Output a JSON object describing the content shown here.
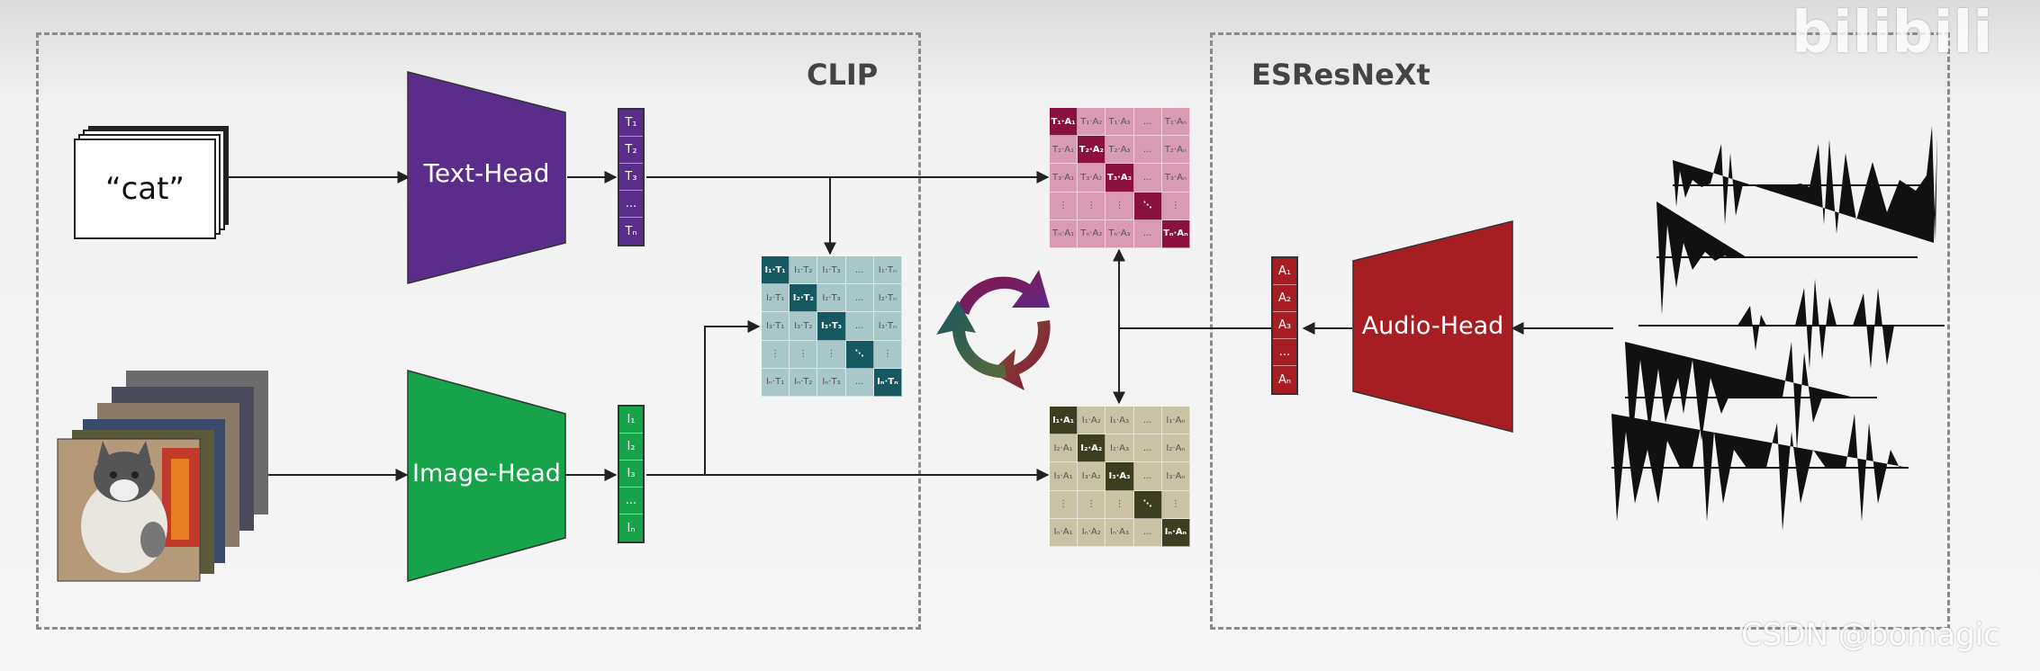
{
  "clip": {
    "title": "CLIP"
  },
  "esresnext": {
    "title": "ESResNeXt"
  },
  "text_input": {
    "label": "“cat”"
  },
  "heads": {
    "text": "Text-Head",
    "image": "Image-Head",
    "audio": "Audio-Head"
  },
  "colors": {
    "text_head": "#5b2d8a",
    "image_head": "#16a34a",
    "audio_head": "#a61e22",
    "ti_matrix_diag": "#16585f",
    "ti_matrix_cell": "#a7c7c8",
    "ta_matrix_diag": "#8a1040",
    "ta_matrix_cell": "#d99bb3",
    "ia_matrix_diag": "#3d3d1f",
    "ia_matrix_cell": "#c9c2a4"
  },
  "text_vector": [
    "T₁",
    "T₂",
    "T₃",
    "...",
    "Tₙ"
  ],
  "image_vector": [
    "I₁",
    "I₂",
    "I₃",
    "...",
    "Iₙ"
  ],
  "audio_vector": [
    "A₁",
    "A₂",
    "A₃",
    "...",
    "Aₙ"
  ],
  "ti_matrix": [
    [
      "I₁·T₁",
      "I₁·T₂",
      "I₁·T₃",
      "...",
      "I₁·Tₙ"
    ],
    [
      "I₂·T₁",
      "I₂·T₂",
      "I₂·T₃",
      "...",
      "I₂·Tₙ"
    ],
    [
      "I₃·T₁",
      "I₃·T₂",
      "I₃·T₃",
      "...",
      "I₃·Tₙ"
    ],
    [
      "⋮",
      "⋮",
      "⋮",
      "⋱",
      "⋮"
    ],
    [
      "Iₙ·T₁",
      "Iₙ·T₂",
      "Iₙ·T₃",
      "...",
      "Iₙ·Tₙ"
    ]
  ],
  "ta_matrix": [
    [
      "T₁·A₁",
      "T₁·A₂",
      "T₁·A₃",
      "...",
      "T₁·Aₙ"
    ],
    [
      "T₂·A₁",
      "T₂·A₂",
      "T₂·A₃",
      "...",
      "T₂·Aₙ"
    ],
    [
      "T₃·A₁",
      "T₃·A₂",
      "T₃·A₃",
      "...",
      "T₃·Aₙ"
    ],
    [
      "⋮",
      "⋮",
      "⋮",
      "⋱",
      "⋮"
    ],
    [
      "Tₙ·A₁",
      "Tₙ·A₂",
      "Tₙ·A₃",
      "...",
      "Tₙ·Aₙ"
    ]
  ],
  "ia_matrix": [
    [
      "I₁·A₁",
      "I₁·A₂",
      "I₁·A₃",
      "...",
      "I₁·Aₙ"
    ],
    [
      "I₂·A₁",
      "I₂·A₂",
      "I₂·A₃",
      "...",
      "I₂·Aₙ"
    ],
    [
      "I₃·A₁",
      "I₃·A₂",
      "I₃·A₃",
      "...",
      "I₃·Aₙ"
    ],
    [
      "⋮",
      "⋮",
      "⋮",
      "⋱",
      "⋮"
    ],
    [
      "Iₙ·A₁",
      "Iₙ·A₂",
      "Iₙ·A₃",
      "...",
      "Iₙ·Aₙ"
    ]
  ],
  "watermarks": {
    "bilibili": "bilibili",
    "csdn": "CSDN @bomagic"
  }
}
